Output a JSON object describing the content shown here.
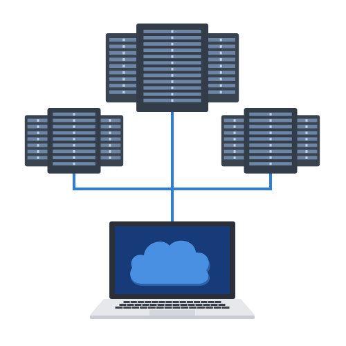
{
  "diagram": {
    "type": "network-topology",
    "nodes": [
      {
        "id": "server-cluster-top",
        "kind": "server-rack-cluster",
        "icon": "server-rack-icon"
      },
      {
        "id": "server-cluster-left",
        "kind": "server-rack-cluster",
        "icon": "server-rack-icon"
      },
      {
        "id": "server-cluster-right",
        "kind": "server-rack-cluster",
        "icon": "server-rack-icon"
      },
      {
        "id": "laptop",
        "kind": "laptop",
        "icon": "cloud-icon"
      }
    ],
    "edges": [
      {
        "from": "server-cluster-top",
        "to": "laptop"
      },
      {
        "from": "server-cluster-left",
        "to": "laptop"
      },
      {
        "from": "server-cluster-right",
        "to": "laptop"
      }
    ]
  },
  "colors": {
    "rack_body": "#3a4450",
    "rack_body_front": "#333d49",
    "slot": "#6e86a6",
    "slot_dot": "#c4d4ea",
    "connector": "#2f7ddb",
    "laptop_frame": "#2a2f38",
    "screen": "#173a78",
    "cloud": "#4a90e2",
    "cloud_shadow": "#3a7dc9",
    "base": "#e6e8ec",
    "base_shadow": "#c9ccd2",
    "keyboard": "#3c424c"
  }
}
